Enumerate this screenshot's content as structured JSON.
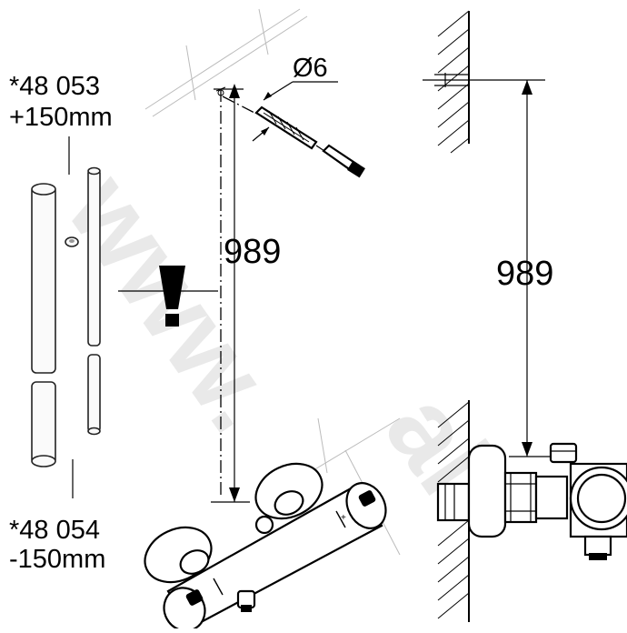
{
  "diagram": {
    "parts": {
      "extension_long": {
        "code": "*48 053",
        "delta": "+150mm"
      },
      "extension_short": {
        "code": "*48 054",
        "delta": "-150mm"
      }
    },
    "drill": {
      "diameter": "Ø6"
    },
    "dimensions": {
      "left_height": "989",
      "right_height": "989"
    },
    "warning": {
      "symbol": "!"
    }
  }
}
